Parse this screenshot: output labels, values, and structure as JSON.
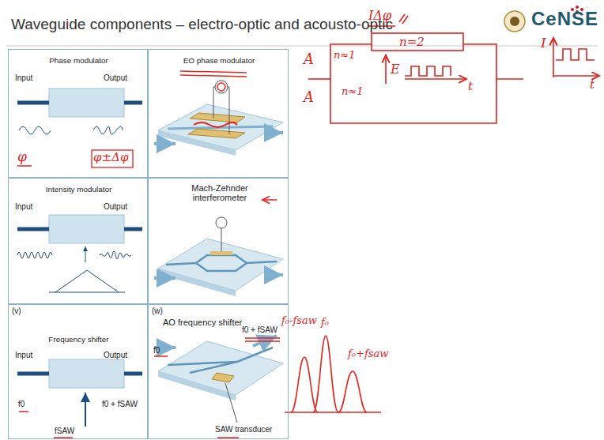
{
  "diagram": {
    "title": "Waveguide components – electro-optic and acousto-optic",
    "nodes": [
      {
        "text": [
          "Phase modulator",
          "Input",
          "Output"
        ]
      },
      {
        "text": [
          "EO phase modulator"
        ]
      },
      {
        "text": [
          "Intensity modulator",
          "Input",
          "Output"
        ]
      },
      {
        "text": [
          "Mach-Zehnder interferometer"
        ]
      },
      {
        "text": [
          "(v)",
          "Frequency shifter",
          "Input",
          "Output",
          "f0",
          "f0 + fSAW",
          "fSAW"
        ]
      },
      {
        "text": [
          "(w)",
          "AO frequency shifter",
          "f0",
          "f0 + fSAW",
          "SAW transducer"
        ]
      }
    ],
    "labels": [
      "CeNSE",
      "φ",
      "φ±Δφ",
      "A",
      "n≈1",
      "IΔφ",
      "n=2",
      "A",
      "n≈1",
      "E",
      "t",
      "I",
      "t",
      "f₀-fsaw",
      "f₀",
      "f₀+fsaw"
    ]
  }
}
